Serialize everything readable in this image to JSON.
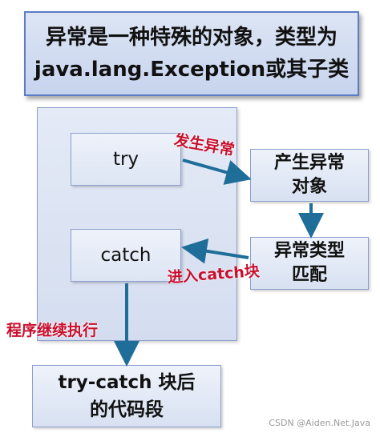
{
  "title": {
    "line1": "异常是一种特殊的对象，类型为",
    "line2": "java.lang.Exception或其子类"
  },
  "boxes": {
    "try": "try",
    "catch": "catch",
    "exception_line1": "产生异常",
    "exception_line2": "对象",
    "match_line1": "异常类型",
    "match_line2": "匹配",
    "after_line1": "try-catch 块后",
    "after_line2": "的代码段"
  },
  "labels": {
    "occur": "发生异常",
    "enter_catch": "进入catch块",
    "continue": "程序继续执行"
  },
  "watermark": "CSDN @Aiden.Net.Java",
  "colors": {
    "arrow": "#1f6e99",
    "label_red": "#c8102e",
    "box_border": "#8a9fcb",
    "title_border": "#5b7dc6"
  }
}
